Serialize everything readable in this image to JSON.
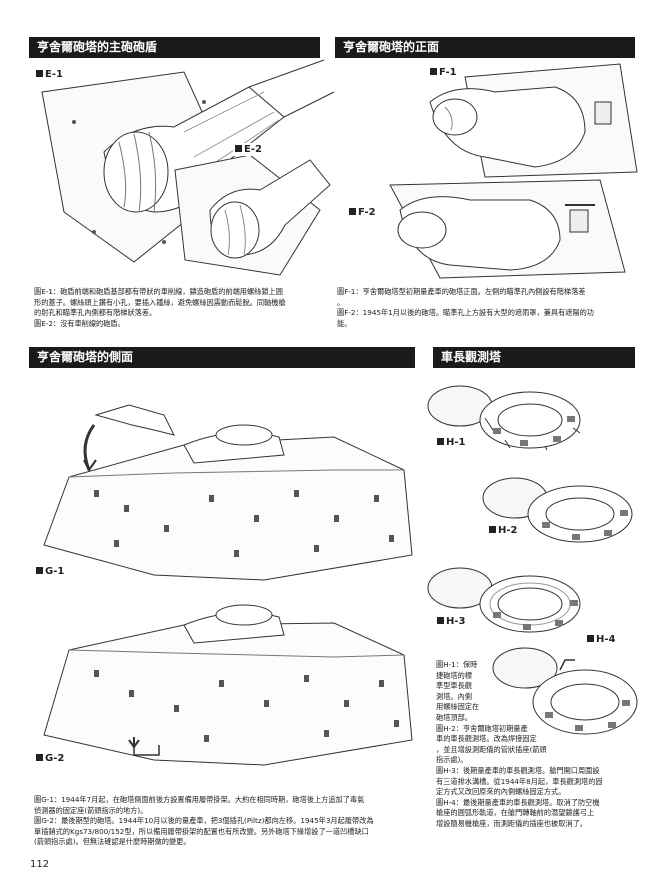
{
  "sections": {
    "a": "亨舍爾砲塔的主砲砲盾",
    "b": "亨舍爾砲塔的正面",
    "c": "亨舍爾砲塔的側面",
    "d": "車長觀測塔"
  },
  "figures": {
    "e1": "E-1",
    "e2": "E-2",
    "f1": "F-1",
    "f2": "F-2",
    "g1": "G-1",
    "g2": "G-2",
    "h1": "H-1",
    "h2": "H-2",
    "h3": "H-3",
    "h4": "H-4"
  },
  "captions": {
    "e": [
      "圖E-1：砲盾前端和砲盾基部都有帶狀的車削線，鑄造砲盾的前端用螺絲鎖上圓",
      "形的蓋子。螺絲頭上鑽有小孔，要插入鐵絲，避免螺絲因震動而鬆脫。同軸機槍",
      "的射孔和瞄準孔內側都有階梯狀落差。",
      "圖E-2：沒有車削線的砲盾。"
    ],
    "f": [
      "圖F-1：亨舍爾砲塔型初期量產車的砲塔正面。左側的瞄準孔內側設有階梯落差",
      "。",
      "圖F-2：1945年1月以後的砲塔。瞄準孔上方設有大型的遮雨罩，兼具有遮陽的功",
      "能。"
    ],
    "g": [
      "圖G-1：1944年7月起，在砲塔側面前後方設置備用履帶掛架。大約在相同時期，砲塔後上方追加了毒氣",
      "偵測器的固定座(箭頭指示的地方)。",
      "圖G-2：最後期型的砲塔。1944年10月以後的量產車，把3個插孔(Piltz)都向左移。1945年3月起履帶改為",
      "單插銷式的Kgs73/800/152型，所以備用履帶掛架的配置也有所改變。另外砲塔下緣增設了一道凹槽缺口",
      "(箭頭指示處)。但無法確認是什麼時期做的變更。"
    ],
    "h": [
      "圖H-1：保時",
      "捷砲塔的標",
      "準型車長觀",
      "測塔。內側",
      "用螺絲固定在",
      "砲塔頂部。",
      "圖H-2：亨舍爾砲塔初期量產",
      "車的車長觀測塔。改為焊接固定",
      "，並且增設測距儀的管狀插座(箭頭",
      "指示處)。",
      "圖H-3：後期量產車的車長觀測塔。艙門開口周圍設",
      "有三道排水溝槽。從1944年8月起，車長觀測塔的固",
      "定方式又改回原來的內側螺絲固定方式。",
      "圖H-4：最後期量產車的車長觀測塔。取消了防空機",
      "槍座的圓弧形軌道，在艙門轉軸前的潛望鏡護弓上",
      "增設簡易機槍座，而測距儀的插座也被取消了。"
    ]
  },
  "page_number": "112"
}
